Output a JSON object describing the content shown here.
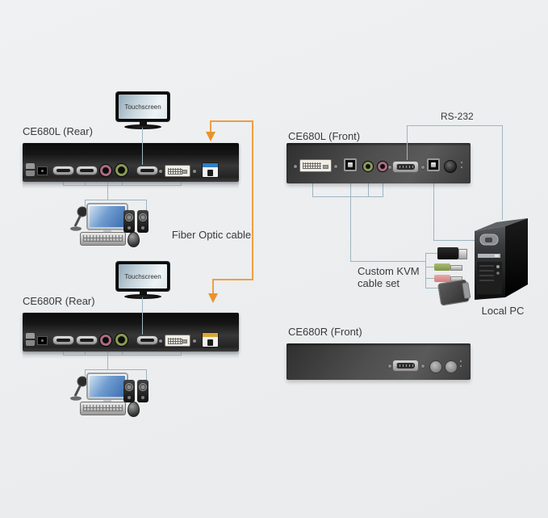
{
  "devices": {
    "ce680l_rear": "CE680L (Rear)",
    "ce680l_front": "CE680L (Front)",
    "ce680r_rear": "CE680R (Rear)",
    "ce680r_front": "CE680R (Front)"
  },
  "monitors": {
    "top": "Touchscreen",
    "bottom": "Touchscreen"
  },
  "cables": {
    "rs232": "RS-232",
    "fiber": "Fiber Optic cable",
    "kvm_line1": "Custom KVM",
    "kvm_line2": "cable set"
  },
  "pc": {
    "label": "Local PC"
  },
  "colors": {
    "background": "#ecedef",
    "cable_line": "#9fb5c0",
    "fiber_cable": "#eda03f",
    "fiber_arrow": "#e8932c",
    "audio_jack_pink": "#a86c7e",
    "audio_jack_green": "#8a9a55",
    "sfp_band_blue": "#2f7fc4",
    "sfp_band_yellow": "#d8a830",
    "label_text": "#3a3a3a"
  },
  "icons": {
    "touchscreen-monitor": "css-shape",
    "desktop-monitor": "css-shape",
    "microphone": "svg-shape",
    "speakers": "css-shape",
    "keyboard": "css-shape",
    "mouse": "css-shape",
    "pc-tower": "svg-shape",
    "hdmi-port": "css-shape",
    "dvi-port": "css-shape",
    "audio-jack": "css-circle",
    "usb-port": "css-shape",
    "serial-db9-port": "css-shape",
    "fiber-sfp-slot": "css-shape",
    "power-jack": "css-shape",
    "usb-connector": "css-shape",
    "audio-plug": "css-shape",
    "dvi-connector": "css-shape",
    "arrow-down": "css-triangle"
  }
}
